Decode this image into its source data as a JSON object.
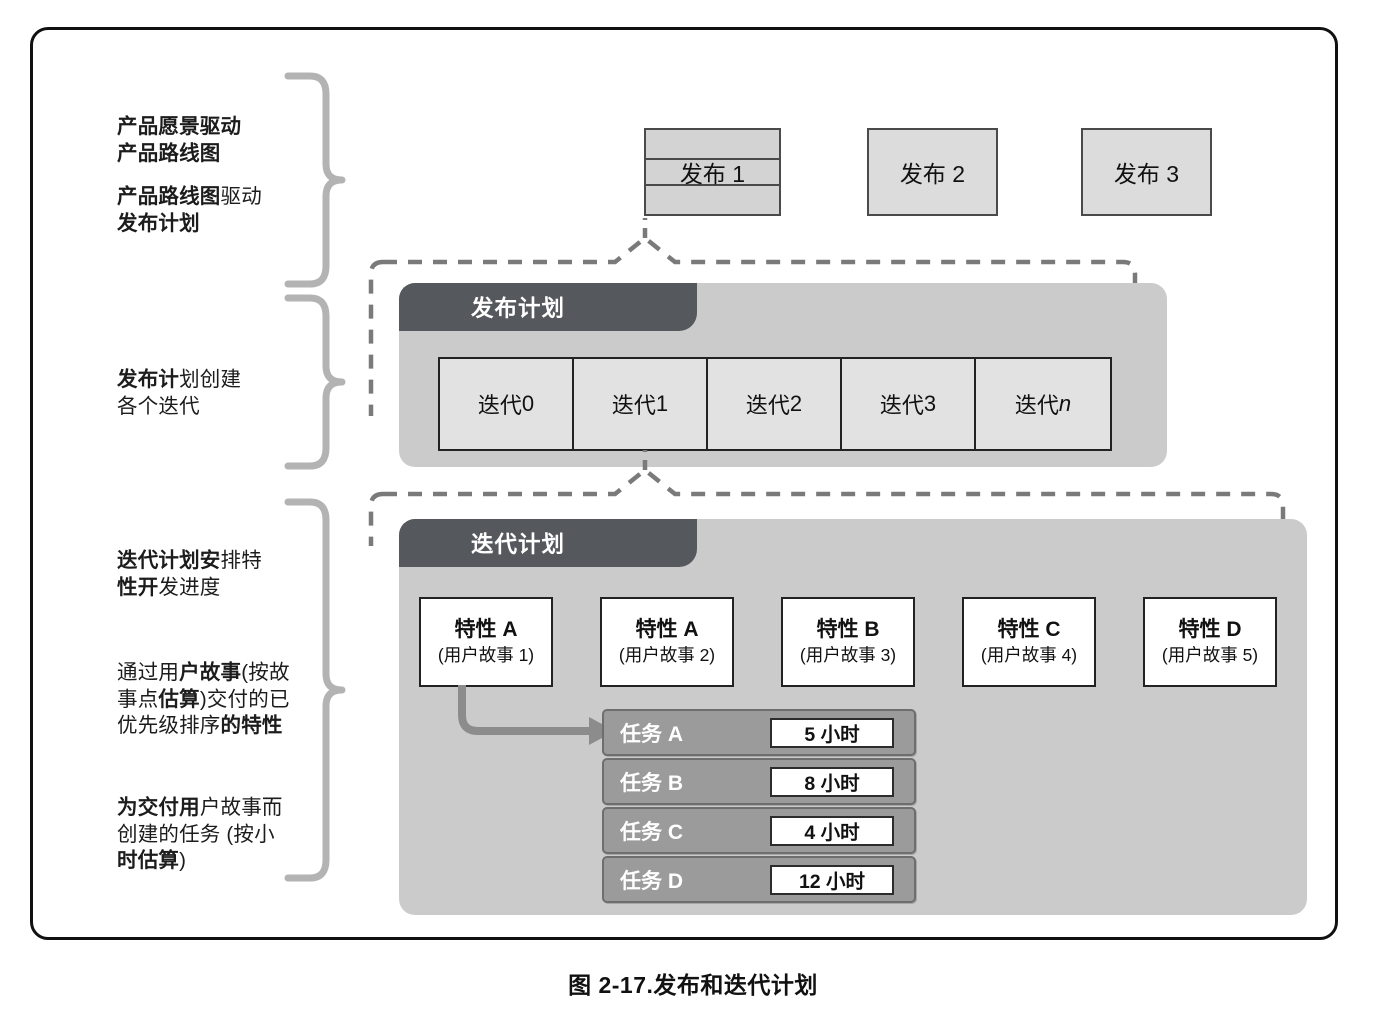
{
  "figure": {
    "caption": "图 2-17.发布和迭代计划"
  },
  "annotations": [
    {
      "name": "vision-drives-roadmap",
      "lines": [
        {
          "strong": "产品愿景驱动",
          "rest": ""
        },
        {
          "strong": "产品路线图",
          "rest": ""
        }
      ],
      "blocks": [
        [
          {
            "b": "产品愿景驱动"
          },
          {
            "b": "产品路线图"
          }
        ],
        [
          {
            "b": "产品路线图",
            "n": "驱动"
          },
          {
            "b": "发布计划"
          }
        ]
      ]
    },
    {
      "name": "release-plan-creates-iterations",
      "blocks": [
        [
          {
            "b": "发布计",
            "n": "划创建"
          },
          {
            "n": "各个迭代"
          }
        ]
      ]
    },
    {
      "name": "iteration-plan-schedules-features",
      "blocks": [
        [
          {
            "b": "迭代计划安",
            "n": "排特"
          },
          {
            "b": "性开",
            "n": "发进度"
          }
        ]
      ]
    },
    {
      "name": "prioritized-features-via-user-stories",
      "blocks": [
        [
          {
            "n": "通过用",
            "b2": "户故事",
            "n2": "(按故"
          },
          {
            "n": "事点",
            "b2": "估算",
            "n2": ")交付的已"
          },
          {
            "n": "优先级排序",
            "b2": "的特性"
          }
        ]
      ]
    },
    {
      "name": "tasks-created-to-deliver-stories",
      "blocks": [
        [
          {
            "b": "为交付用",
            "n": "户故事而"
          },
          {
            "n": "创建的任务 (按小"
          },
          {
            "b": "时估算",
            "n": ")"
          }
        ]
      ]
    }
  ],
  "annotation_text": {
    "a1_l1_b": "产品愿景驱动",
    "a1_l2_b": "产品路线图",
    "a1_l3_b": "产品路线图",
    "a1_l3_n": "驱动",
    "a1_l4_b": "发布计划",
    "a2_l1_b": "发布计",
    "a2_l1_n": "划创建",
    "a2_l2_n": "各个迭代",
    "a3_l1_b": "迭代计划安",
    "a3_l1_n": "排特",
    "a3_l2_b": "性开",
    "a3_l2_n": "发进度",
    "a4_l1_n": "通过用",
    "a4_l1_b": "户故事",
    "a4_l1_n2": "(按故",
    "a4_l2_n": "事点",
    "a4_l2_b": "估算",
    "a4_l2_n2": ")交付的已",
    "a4_l3_n": "优先级排序",
    "a4_l3_b": "的特性",
    "a5_l1_b": "为交付用",
    "a5_l1_n": "户故事而",
    "a5_l2_n": "创建的任务 (按小",
    "a5_l3_b": "时估算",
    "a5_l3_n": ")"
  },
  "releases": [
    {
      "label": "发布 1",
      "banded": true
    },
    {
      "label": "发布 2",
      "banded": false
    },
    {
      "label": "发布 3",
      "banded": false
    }
  ],
  "release_plan": {
    "title": "发布计划",
    "iterations": [
      {
        "prefix": "迭代 ",
        "id": "0",
        "italic": false
      },
      {
        "prefix": "迭代 ",
        "id": "1",
        "italic": false
      },
      {
        "prefix": "迭代 ",
        "id": "2",
        "italic": false
      },
      {
        "prefix": "迭代 ",
        "id": "3",
        "italic": false
      },
      {
        "prefix": "迭代 ",
        "id": "n",
        "italic": true
      }
    ]
  },
  "iteration_plan": {
    "title": "迭代计划",
    "features": [
      {
        "name": "特性 A",
        "story": "(用户故事 1)"
      },
      {
        "name": "特性 A",
        "story": "(用户故事 2)"
      },
      {
        "name": "特性 B",
        "story": "(用户故事 3)"
      },
      {
        "name": "特性 C",
        "story": "(用户故事 4)"
      },
      {
        "name": "特性 D",
        "story": "(用户故事 5)"
      }
    ],
    "tasks": [
      {
        "name": "任务 A",
        "hours": "5 小时"
      },
      {
        "name": "任务 B",
        "hours": "8 小时"
      },
      {
        "name": "任务 C",
        "hours": "4 小时"
      },
      {
        "name": "任务 D",
        "hours": "12 小时"
      }
    ]
  },
  "colors": {
    "frame_border": "#111111",
    "panel_bg": "#cbcbcb",
    "panel_header_bg": "#55585c",
    "release_box_bg": "#dcdcdc",
    "iteration_box_bg": "#e2e2e2",
    "task_bg": "#9b9b9b",
    "brace": "#b3b3b3",
    "dashed": "#7a7a7a",
    "arrow": "#8c8c8c"
  }
}
